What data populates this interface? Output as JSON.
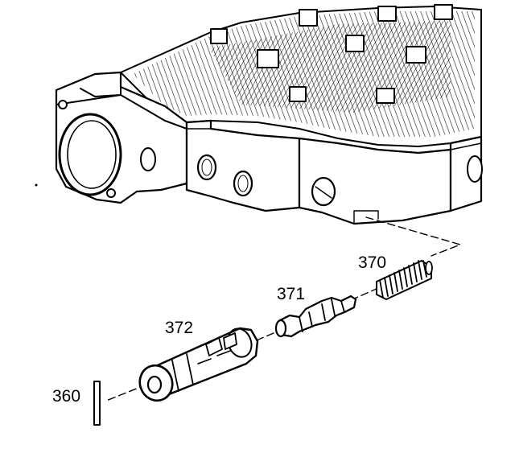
{
  "callouts": {
    "c360": "360",
    "c370": "370",
    "c371": "371",
    "c372": "372"
  },
  "colors": {
    "ink": "#000000",
    "paper": "#ffffff"
  }
}
